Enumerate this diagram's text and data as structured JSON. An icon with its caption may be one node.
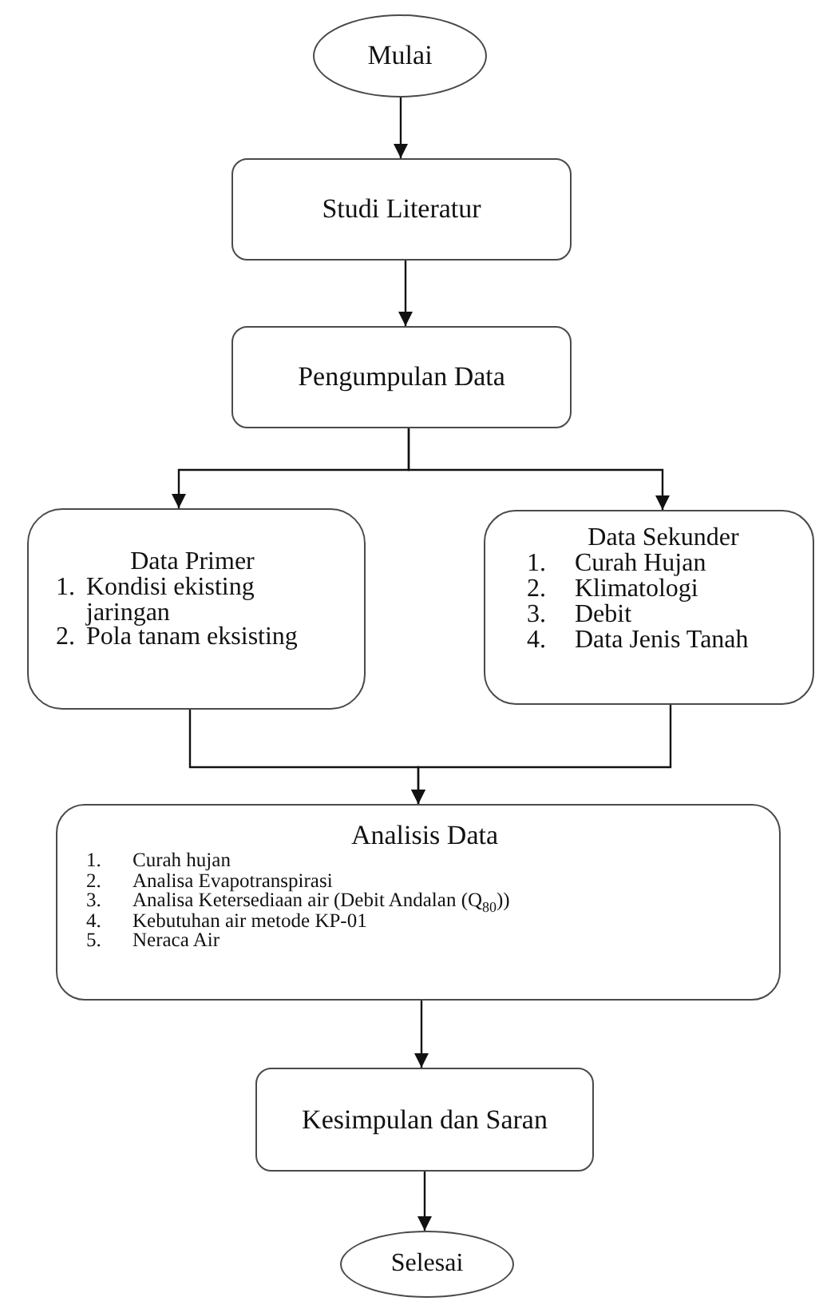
{
  "diagram": {
    "nodes": [
      {
        "text": [
          "Mulai"
        ]
      },
      {
        "text": [
          "Studi Literatur"
        ]
      },
      {
        "text": [
          "Pengumpulan Data"
        ]
      },
      {
        "text": [
          "Data Primer",
          "1. Kondisi ekisting jaringan",
          "2. Pola tanam eksisting"
        ]
      },
      {
        "text": [
          "Data Sekunder",
          "1. Curah Hujan",
          "2. Klimatologi",
          "3. Debit",
          "4. Data Jenis Tanah"
        ]
      },
      {
        "text": [
          "Analisis Data",
          "1. Curah hujan",
          "2. Analisa Evapotranspirasi",
          "3. Analisa Ketersediaan air (Debit Andalan (Q$_{80}$))",
          "4. Kebutuhan air metode KP-01",
          "5. Neraca Air"
        ]
      },
      {
        "text": [
          "Kesimpulan dan Saran"
        ]
      },
      {
        "text": [
          "Selesai"
        ]
      }
    ],
    "edges": [
      {
        "from": 0,
        "to": 1,
        "arrow": "to"
      },
      {
        "from": 1,
        "to": 2,
        "arrow": "to"
      },
      {
        "from": 2,
        "to": 3,
        "arrow": "to"
      },
      {
        "from": 2,
        "to": 4,
        "arrow": "to"
      },
      {
        "from": 3,
        "to": 5,
        "arrow": "to"
      },
      {
        "from": 4,
        "to": 5,
        "arrow": "to"
      },
      {
        "from": 5,
        "to": 6,
        "arrow": "to"
      },
      {
        "from": 6,
        "to": 7,
        "arrow": "to"
      }
    ]
  }
}
